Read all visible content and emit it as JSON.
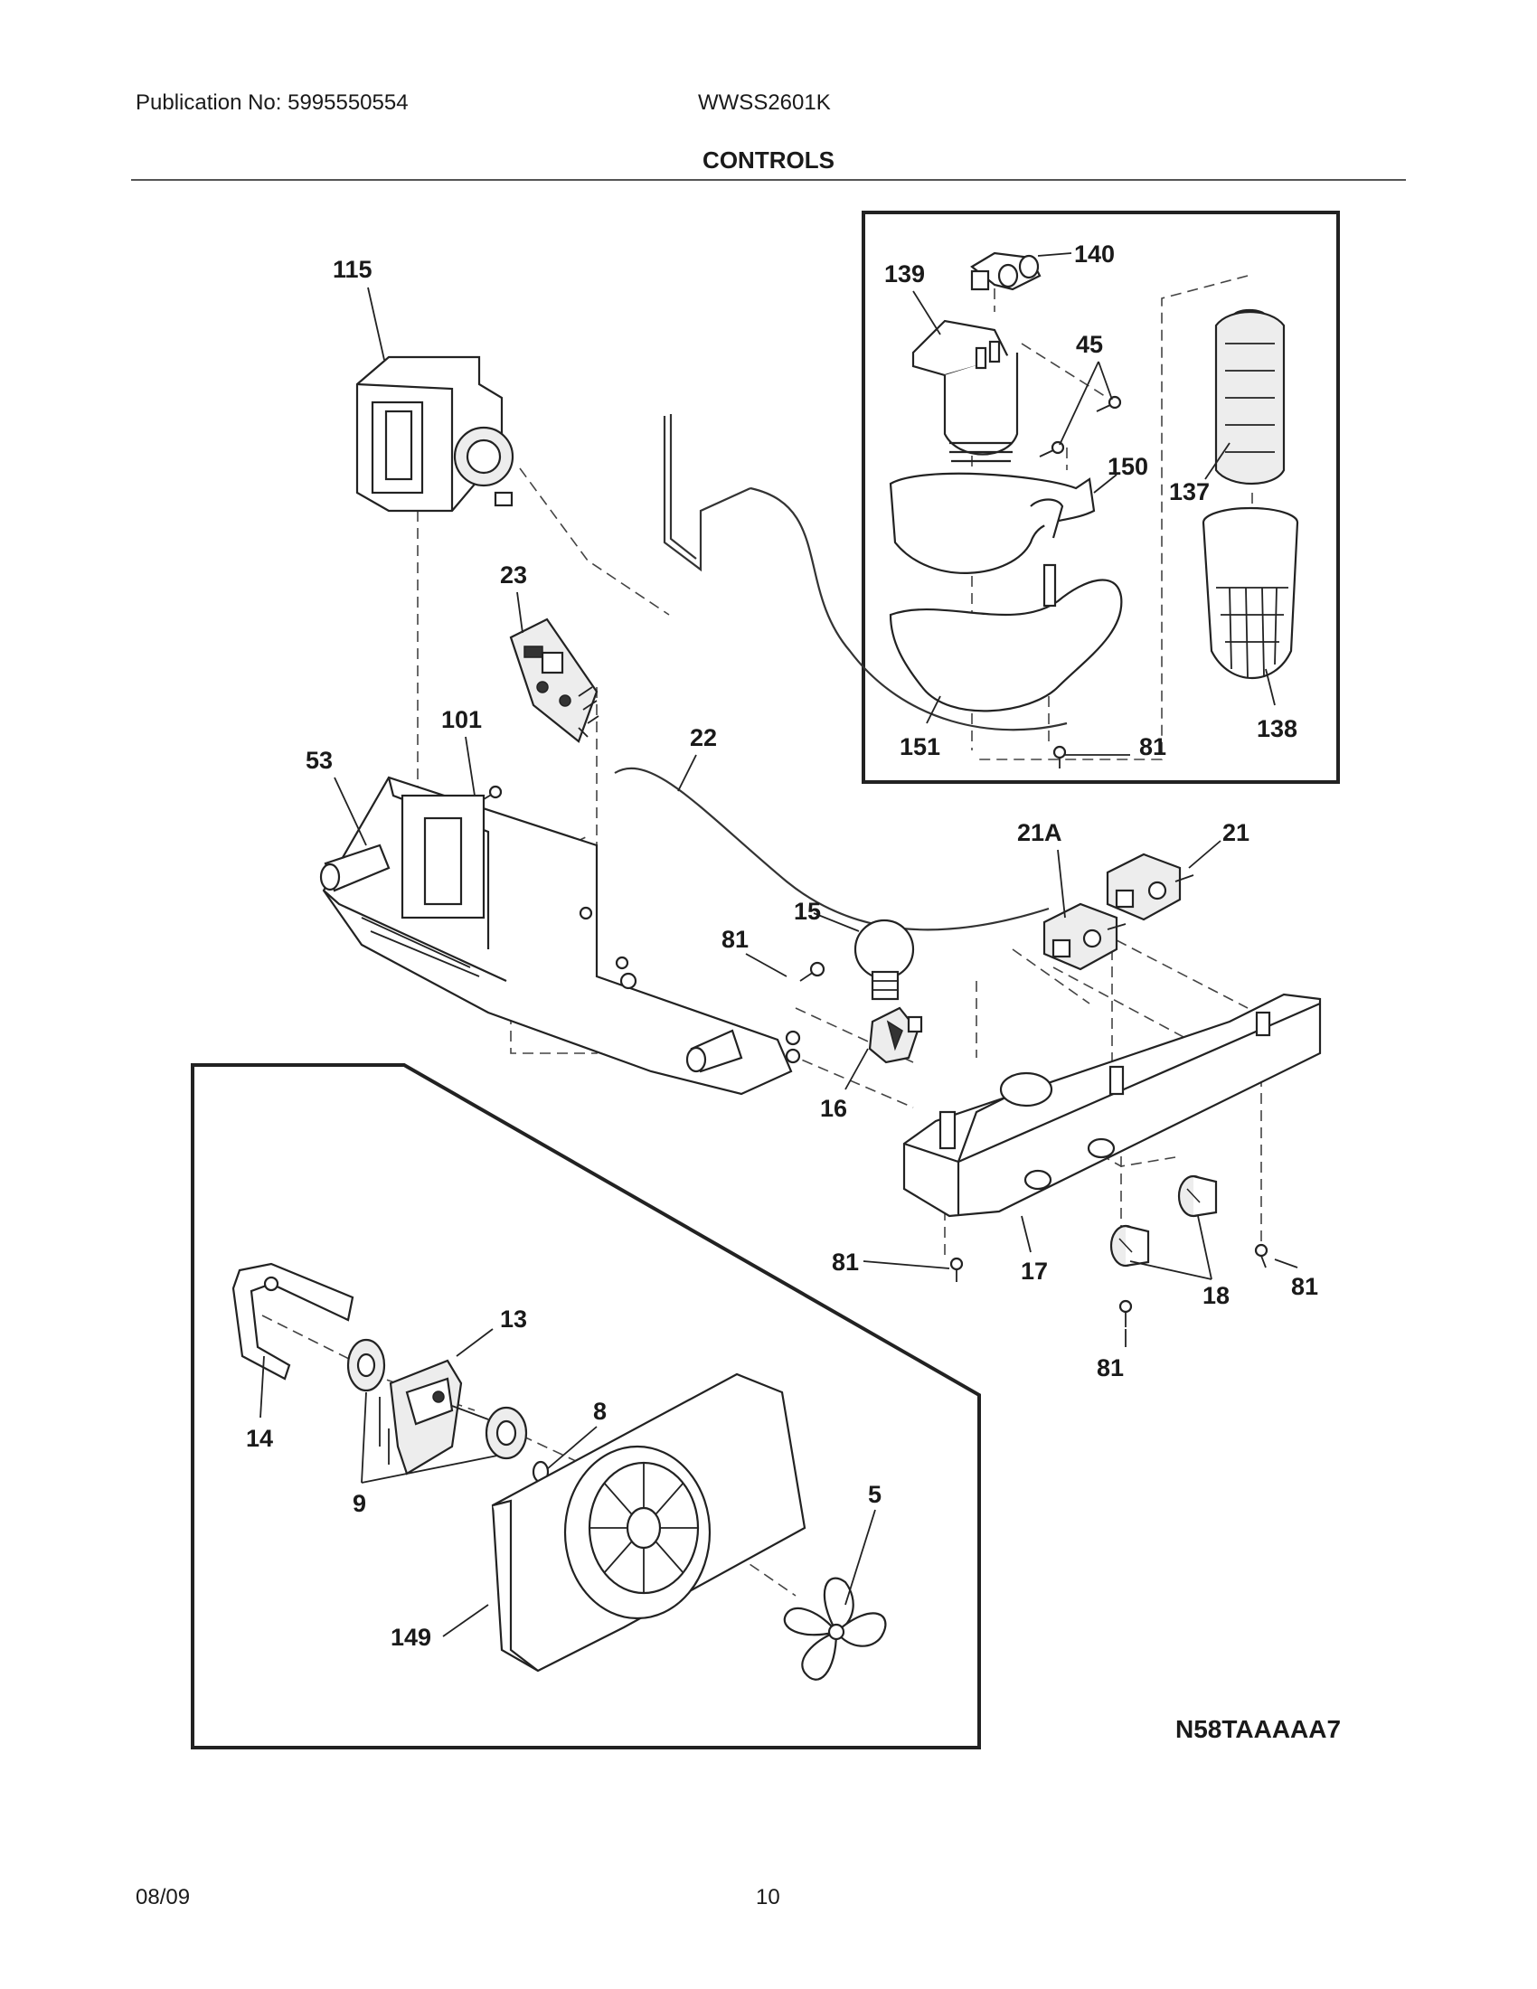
{
  "header": {
    "publication": "Publication No: 5995550554",
    "model": "WWSS2601K",
    "section": "CONTROLS"
  },
  "footer": {
    "date": "08/09",
    "page": "10"
  },
  "diagram": {
    "code": "N58TAAAAA7",
    "callouts": {
      "c115": "115",
      "c23": "23",
      "c101": "101",
      "c53": "53",
      "c22": "22",
      "c15": "15",
      "c81a": "81",
      "c16": "16",
      "c21a": "21A",
      "c21": "21",
      "c17": "17",
      "c18": "18",
      "c81b": "81",
      "c81c": "81",
      "c81d": "81",
      "c140": "140",
      "c139": "139",
      "c45": "45",
      "c150": "150",
      "c137": "137",
      "c151": "151",
      "c81e": "81",
      "c138": "138",
      "c13": "13",
      "c14": "14",
      "c8": "8",
      "c9": "9",
      "c5": "5",
      "c149": "149"
    }
  }
}
